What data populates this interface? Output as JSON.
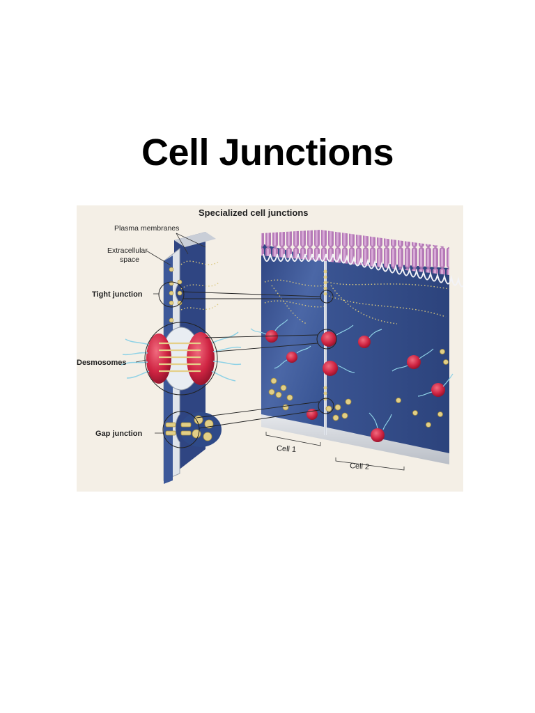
{
  "page": {
    "title": "Cell Junctions"
  },
  "figure": {
    "title": "Specialized cell junctions",
    "labels": {
      "plasma_membranes": "Plasma membranes",
      "extracellular_line1": "Extracellular",
      "extracellular_line2": "space",
      "tight_junction": "Tight junction",
      "desmosomes": "Desmosomes",
      "gap_junction": "Gap junction",
      "cell1": "Cell 1",
      "cell2": "Cell 2"
    },
    "colors": {
      "background": "#f4efe6",
      "cytoplasm": "#3f5a96",
      "microvilli": "#9b5b9e",
      "desmosome": "#cf2442",
      "junction_gold": "#d6bf6e",
      "filament": "#8fd2e6",
      "membrane": "#dfe4ea"
    }
  }
}
